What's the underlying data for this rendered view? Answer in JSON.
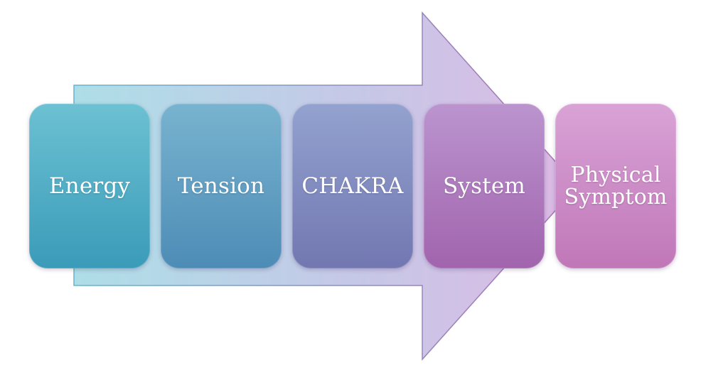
{
  "diagram": {
    "steps": [
      {
        "label": "Energy"
      },
      {
        "label": "Tension"
      },
      {
        "label": "CHAKRA"
      },
      {
        "label": "System"
      },
      {
        "label": "Physical\nSymptom"
      }
    ],
    "colors": {
      "arrow_start": "#a9dde6",
      "arrow_end": "#d7b7e3",
      "box_teal": "#3a9bb9",
      "box_blue": "#4d8cb6",
      "box_indigo": "#7277b1",
      "box_violet": "#a164ad",
      "box_pink": "#c077b8"
    }
  }
}
